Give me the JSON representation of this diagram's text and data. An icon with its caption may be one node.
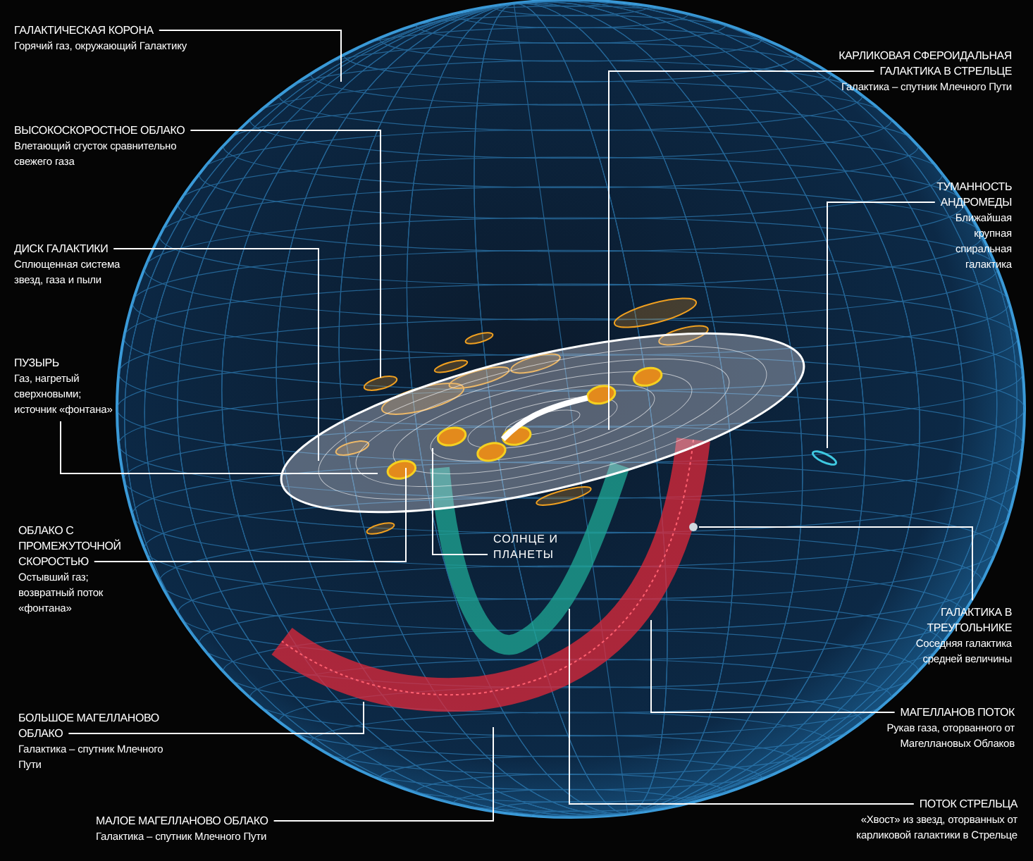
{
  "diagram": {
    "nodes": [
      {
        "text": [
          "ГАЛАКТИЧЕСКАЯ КОРОНА",
          "Горячий газ, окружающий Галактику"
        ]
      },
      {
        "text": [
          "ВЫСОКОСКОРОСТНОЕ ОБЛАКО",
          "Влетающий сгусток сравнительно свежего газа"
        ]
      },
      {
        "text": [
          "ДИСК ГАЛАКТИКИ",
          "Сплющенная система звезд, газа и пыли"
        ]
      },
      {
        "text": [
          "ПУЗЫРЬ",
          "Газ, нагретый сверхновыми; источник «фонтана»"
        ]
      },
      {
        "text": [
          "ОБЛАКО С ПРОМЕЖУТОЧНОЙ СКОРОСТЬЮ",
          "Остывший газ; возвратный поток «фонтана»"
        ]
      },
      {
        "text": [
          "СОЛНЦЕ И ПЛАНЕТЫ"
        ]
      },
      {
        "text": [
          "БОЛЬШОЕ МАГЕЛЛАНОВО ОБЛАКО",
          "Галактика – спутник Млечного Пути"
        ]
      },
      {
        "text": [
          "МАЛОЕ МАГЕЛЛАНОВО ОБЛАКО",
          "Галактика – спутник Млечного Пути"
        ]
      },
      {
        "text": [
          "КАРЛИКОВАЯ СФЕРОИДАЛЬНАЯ ГАЛАКТИКА В СТРЕЛЬЦЕ",
          "Галактика – спутник Млечного Пути"
        ]
      },
      {
        "text": [
          "ТУМАННОСТЬ АНДРОМЕДЫ",
          "Ближайшая крупная спиральная галактика"
        ]
      },
      {
        "text": [
          "ГАЛАКТИКА В ТРЕУГОЛЬНИКЕ",
          "Соседняя галактика средней величины"
        ]
      },
      {
        "text": [
          "МАГЕЛЛАНОВ ПОТОК",
          "Рукав газа, оторванного от Магеллановых Облаков"
        ]
      },
      {
        "text": [
          "ПОТОК СТРЕЛЬЦА",
          "«Хвост» из звезд, оторванных от карликовой галактики в Стрельце"
        ]
      }
    ],
    "edges": [
      {
        "from": 0,
        "to": null,
        "arrow": "none"
      },
      {
        "from": 1,
        "to": null,
        "arrow": "none"
      },
      {
        "from": 2,
        "to": null,
        "arrow": "none"
      },
      {
        "from": 3,
        "to": null,
        "arrow": "none"
      },
      {
        "from": 4,
        "to": null,
        "arrow": "none"
      },
      {
        "from": 5,
        "to": null,
        "arrow": "none"
      },
      {
        "from": 6,
        "to": null,
        "arrow": "none"
      },
      {
        "from": 7,
        "to": null,
        "arrow": "none"
      },
      {
        "from": 8,
        "to": null,
        "arrow": "none"
      },
      {
        "from": 9,
        "to": null,
        "arrow": "none"
      },
      {
        "from": 10,
        "to": null,
        "arrow": "none"
      },
      {
        "from": 11,
        "to": null,
        "arrow": "none"
      },
      {
        "from": 12,
        "to": null,
        "arrow": "none"
      }
    ]
  }
}
